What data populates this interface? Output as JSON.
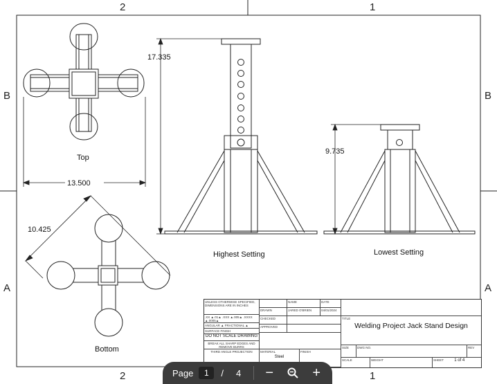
{
  "zones": {
    "top_left": "2",
    "top_right": "1",
    "bottom_left": "2",
    "bottom_right": "1",
    "left_upper": "B",
    "left_lower": "A",
    "right_upper": "B",
    "right_lower": "A"
  },
  "views": {
    "top_caption": "Top",
    "bottom_caption": "Bottom",
    "highest_caption": "Highest Setting",
    "lowest_caption": "Lowest Setting"
  },
  "dimensions": {
    "top_width": "13.500",
    "bottom_diag": "10.425",
    "highest_height": "17.335",
    "lowest_height": "9.735"
  },
  "title_block": {
    "unless": "UNLESS OTHERWISE SPECIFIED, DIMENSIONS ARE IN INCHES",
    "tol1": ".XX ▲.01▲",
    ".tol2": "",
    "tol2": ".XXX ▲.005▲",
    "tol3": ".XXXX ▲.0005▲",
    "angular": "ANGULAR ▲ FRACTIONAL ▲",
    "surface": "SURFACE FINISH",
    "do_not_scale": "DO NOT SCALE DRAWING",
    "break_edges": "BREAK ALL SHARP EDGES AND REMOVE BURRS",
    "third_angle": "THIRD ANGLE PROJECTION",
    "name_hdr": "NAME",
    "date_hdr": "DATE",
    "drawn": "DRAWN",
    "drawn_name": "JARED O'BRIEN",
    "drawn_date": "04/01/2024",
    "checked": "CHECKED",
    "approved": "APPROVED",
    "material_hdr": "MATERIAL",
    "material": "Steel",
    "finish_hdr": "FINISH",
    "title_hdr": "TITLE",
    "title": "Welding Project Jack Stand Design",
    "size_hdr": "SIZE",
    "dwg_hdr": "DWG NO.",
    "rev_hdr": "REV",
    "scale_hdr": "SCALE",
    "weight_hdr": "WEIGHT",
    "sheet_hdr": "SHEET",
    "sheet": "1 of 4"
  },
  "toolbar": {
    "page_label": "Page",
    "current_page": "1",
    "separator": "/",
    "total_pages": "4",
    "zoom_out": "−",
    "zoom_in": "+"
  }
}
